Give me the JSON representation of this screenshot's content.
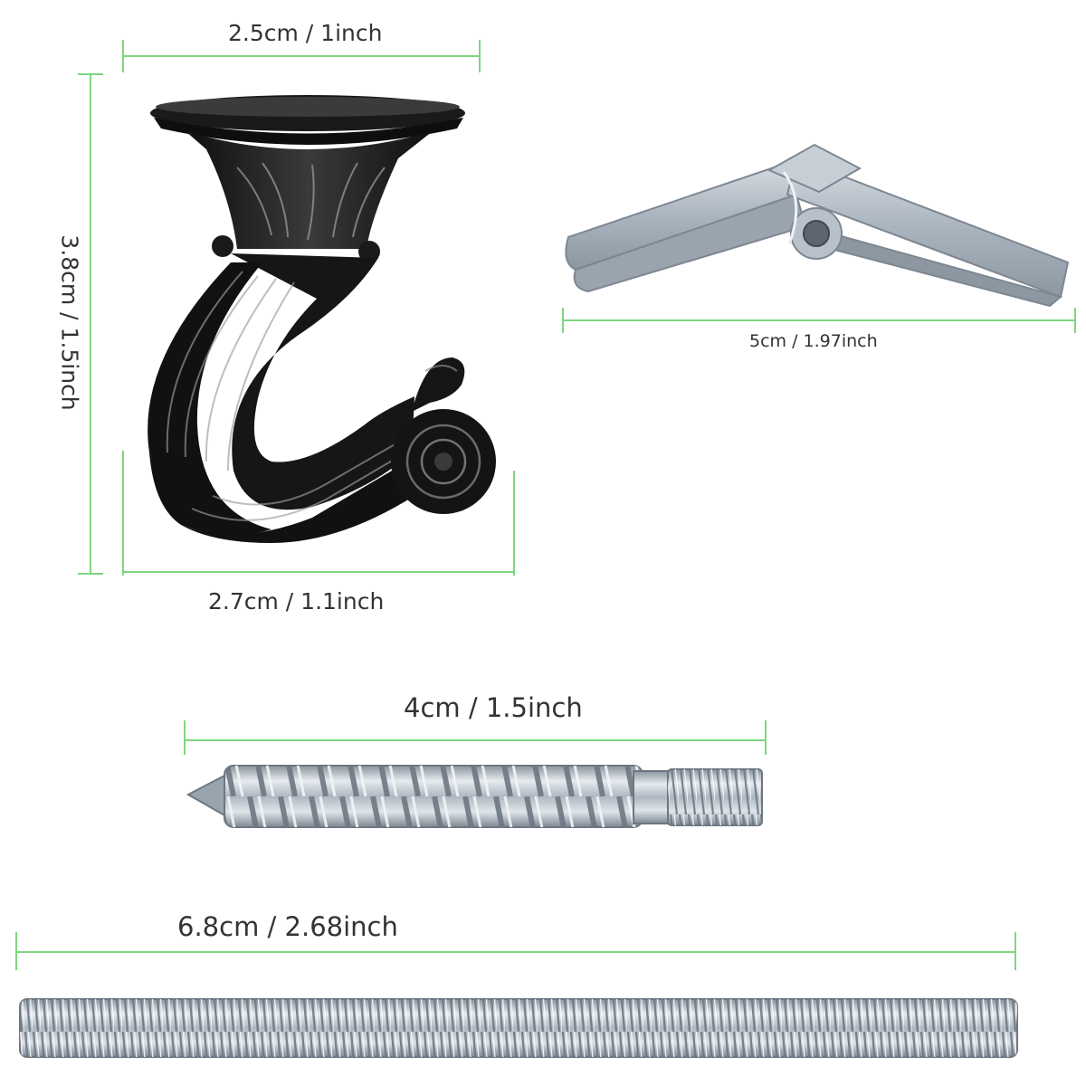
{
  "colors": {
    "dimension_line": "#7fd67f",
    "label_text": "#333333",
    "hook_metal": "#1a1a1a",
    "zinc_metal": "#c5ccd3"
  },
  "ceiling_hook": {
    "top_width_label": "2.5cm / 1inch",
    "height_label": "3.8cm / 1.5inch",
    "base_width_label": "2.7cm / 1.1inch"
  },
  "toggle_wing": {
    "length_label": "5cm / 1.97inch"
  },
  "hanger_screw": {
    "length_label": "4cm / 1.5inch"
  },
  "threaded_rod": {
    "length_label": "6.8cm / 2.68inch"
  }
}
